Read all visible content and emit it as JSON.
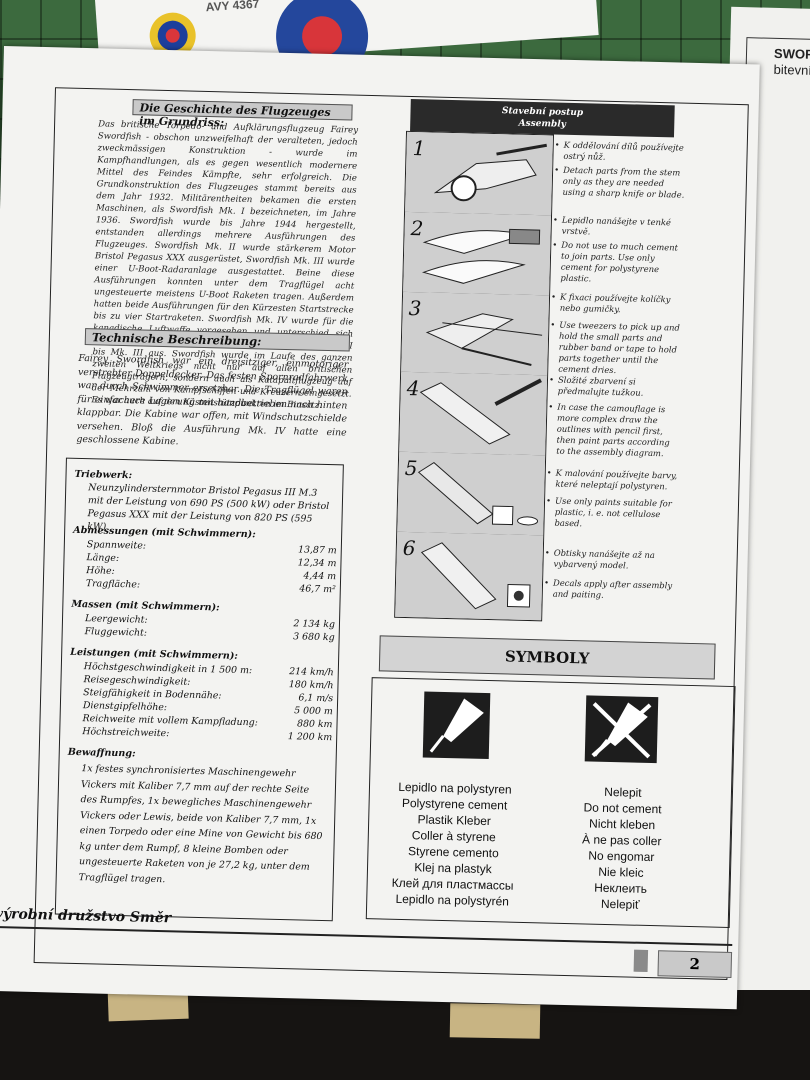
{
  "decal": {
    "text": "AVY 4367"
  },
  "right_sheet": {
    "title": "SWORI",
    "subtitle": "bitevní"
  },
  "history": {
    "heading": "Die Geschichte des Flugzeuges im Grundriss:",
    "body": "Das britische Torpedo- und Aufklärungsflugzeug Fairey Swordfish - obschon unzweifelhaft der veralteten, jedoch zweckmässigen Konstruktion - wurde im Kampfhandlungen, als es gegen wesentlich modernere Mittel des Feindes Kämpfte, sehr erfolgreich. Die Grundkonstruktion des Flugzeuges stammt bereits aus dem Jahr 1932. Militärentheiten bekamen die ersten Maschinen, als Swordfish Mk. I bezeichneten, im Jahre 1936. Swordfish wurde bis Jahre 1944 hergestellt, entstanden allerdings mehrere Ausführungen des Flugzeuges. Swordfish Mk. II wurde stärkerem Motor Bristol Pegasus XXX ausgerüstet, Swordfish Mk. III wurde einer U-Boot-Radaranlage ausgestattet. Beine diese Ausführungen konnten unter dem Tragflügel acht ungesteuerte meistens U-Boot Raketen tragen. Außerdem hatten beide Ausführungen für den Kürzesten Startstrecke bis zu vier Startraketen. Swordfish Mk. IV wurde für die kanadische Luftwaffe vorgesehen und unterschied sich durch große gedeckte Kabine. Dieser Typ ging von Mk. I bis Mk. III aus. Swordfish wurde im Laufe des ganzen zweiten Weltkriegs nicht nur auf allen britischen Flugzeugträgern, sondern auch als Katapultflugzeug auf der Mehrzahl von Kampfschiffen und Kreuzern eingesetzt. Es war auch auf den Küstenstützpunkten im Einsatz."
  },
  "technical": {
    "heading": "Technische Beschreibung:",
    "body": "Fairey Swordfish war ein dreisitziger, einmotoriger verstrebter Doppeldecker. Das festen Spornradfahrwerk war durch Schwimmer ersetzbar. Die Tragflügel waren für einfachere Lagerung mit handbetrieben nach hinten klappbar. Die Kabine war offen, mit Windschutzschielde versehen. Bloß die Ausführung Mk. IV hatte eine geschlossene Kabine."
  },
  "specs": {
    "engine_heading": "Triebwerk:",
    "engine_text": "Neunzylindersternmotor Bristol Pegasus III M.3 mit der Leistung von 690 PS (500 kW) oder Bristol Pegasus XXX mit der Leistung von 820 PS (595 kW).",
    "dims_heading": "Abmessungen (mit Schwimmern):",
    "dims": [
      {
        "label": "Spannweite:",
        "value": "13,87 m"
      },
      {
        "label": "Länge:",
        "value": "12,34 m"
      },
      {
        "label": "Höhe:",
        "value": "4,44 m"
      },
      {
        "label": "Tragfläche:",
        "value": "46,7 m²"
      }
    ],
    "mass_heading": "Massen (mit Schwimmern):",
    "mass": [
      {
        "label": "Leergewicht:",
        "value": "2 134 kg"
      },
      {
        "label": "Fluggewicht:",
        "value": "3 680 kg"
      }
    ],
    "perf_heading": "Leistungen (mit Schwimmern):",
    "perf": [
      {
        "label": "Höchstgeschwindigkeit in 1 500 m:",
        "value": "214 km/h"
      },
      {
        "label": "Reisegeschwindigkeit:",
        "value": "180 km/h"
      },
      {
        "label": "Steigfähigkeit in Bodennähe:",
        "value": "6,1 m/s"
      },
      {
        "label": "Dienstgipfelhöhe:",
        "value": "5 000 m"
      },
      {
        "label": "Reichweite mit vollem Kampfladung:",
        "value": "880 km"
      },
      {
        "label": "Höchstreichweite:",
        "value": "1 200 km"
      }
    ],
    "arm_heading": "Bewaffnung:",
    "arm_text": "1x festes synchronisiertes Maschinengewehr Vickers mit Kaliber 7,7 mm auf der rechte Seite des Rumpfes, 1x bewegliches Maschinengewehr Vickers oder Lewis, beide von Kaliber 7,7 mm, 1x einen Torpedo oder eine Mine von Gewicht bis 680 kg unter dem Rumpf, 8 kleine Bomben oder ungesteuerte Raketen von je 27,2 kg, unter dem Tragflügel tragen."
  },
  "assembly": {
    "heading_cz": "Stavební postup",
    "heading_en": "Assembly",
    "steps": [
      "1",
      "2",
      "3",
      "4",
      "5",
      "6"
    ],
    "notes": [
      "K oddělování dílů používejte ostrý nůž.",
      "Detach parts from the stem only as they are needed using a sharp knife or blade.",
      "Lepidlo nanášejte v tenké vrstvě.",
      "Do not use to much cement to join parts. Use only cement for polystyrene plastic.",
      "K fixaci používejte kolíčky nebo gumičky.",
      "Use tweezers to pick up and hold the small parts and rubber band or tape to hold parts together until the cement dries.",
      "Složité zbarvení si předmalujte tužkou.",
      "In case the camouflage is more complex draw the outlines with pencil first, then paint parts according to the assembly diagram.",
      "K malování používejte barvy, které neleptají polystyren.",
      "Use only paints suitable for plastic, i. e. not cellulose based.",
      "Obtisky nanášejte až na vybarvený model.",
      "Decals apply after assembly and paiting."
    ]
  },
  "symbols": {
    "title": "SYMBOLY",
    "left": [
      "Lepidlo na polystyren",
      "Polystyrene cement",
      "Plastik Kleber",
      "Coller à styrene",
      "Styrene cemento",
      "Klej na plastyk",
      "Клей для пластмассы",
      "Lepidlo na polystyrén"
    ],
    "right": [
      "Nelepit",
      "Do not cement",
      "Nicht kleben",
      "À ne pas coller",
      "No engomar",
      "Nie kleic",
      "Неклеить",
      "Nelepiť"
    ]
  },
  "footer": {
    "publisher": "výrobní družstvo Směr",
    "page_number": "2"
  }
}
